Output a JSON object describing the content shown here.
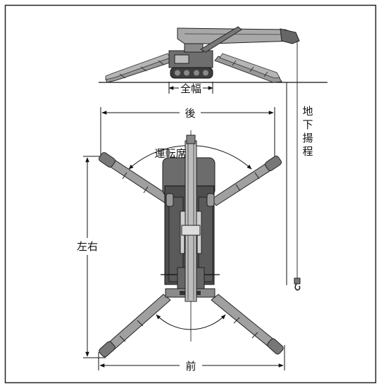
{
  "labels": {
    "overall_width": "全幅",
    "rear": "後",
    "operator_seat": "運転席",
    "underground_lift": [
      "地",
      "下",
      "揚",
      "程"
    ],
    "left_right": "左右",
    "front": "前"
  },
  "colors": {
    "machine_dark": "#4e4e4e",
    "machine_mid": "#8c8c8c",
    "machine_light": "#c4c4c4",
    "line": "#111111",
    "background": "#ffffff"
  }
}
